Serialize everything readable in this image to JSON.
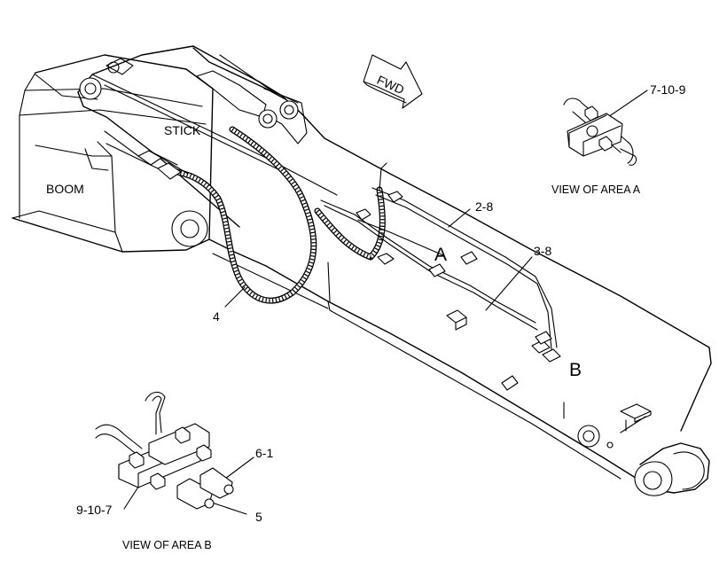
{
  "labels": {
    "stick": "STICK",
    "boom": "BOOM",
    "fwd": "FWD",
    "area_a": "A",
    "area_b": "B",
    "view_area_a": "VIEW OF AREA A",
    "view_area_b": "VIEW OF AREA B"
  },
  "callouts": {
    "c_7_10_9": "7-10-9",
    "c_2_8": "2-8",
    "c_3_8": "3-8",
    "c_4": "4",
    "c_6_1": "6-1",
    "c_5": "5",
    "c_9_10_7": "9-10-7"
  }
}
